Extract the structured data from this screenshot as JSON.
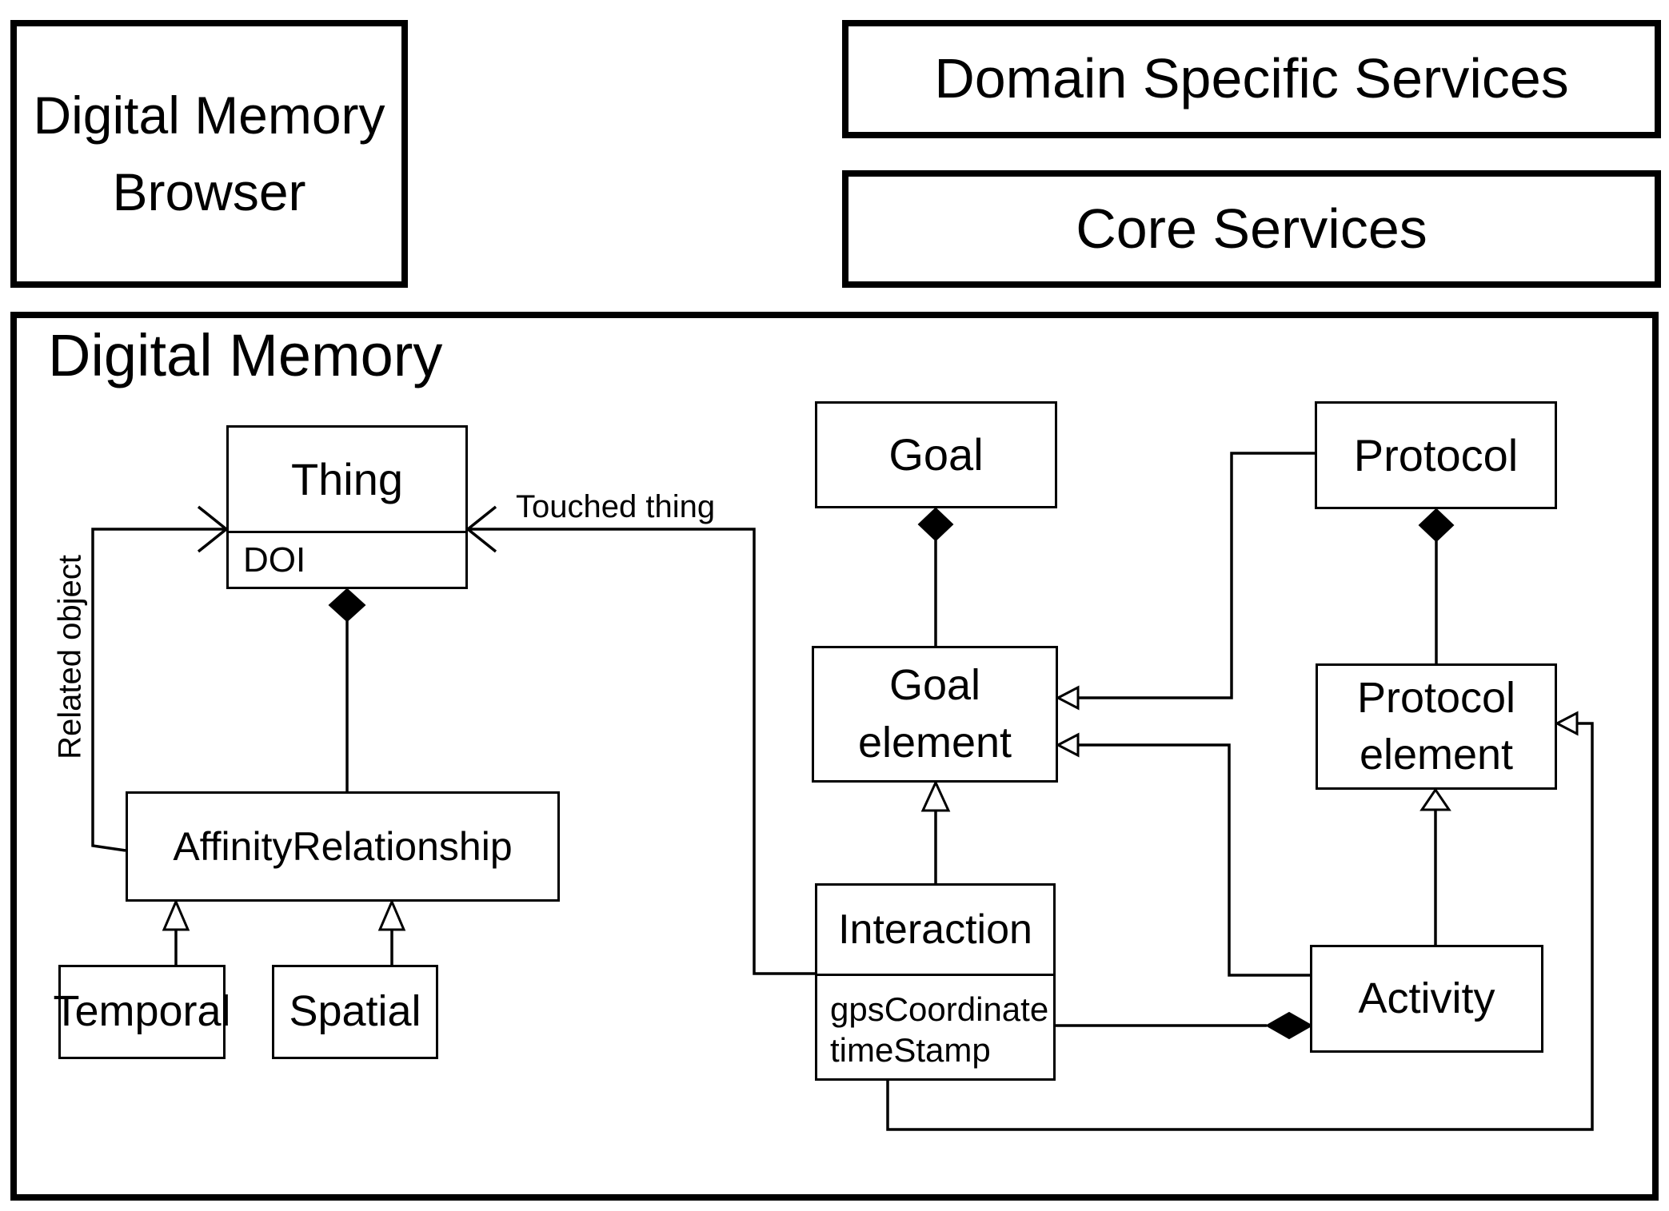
{
  "panels": {
    "browser": {
      "line1": "Digital Memory",
      "line2": "Browser"
    },
    "domain_services": {
      "title": "Domain Specific Services"
    },
    "core_services": {
      "title": "Core Services"
    }
  },
  "diagram": {
    "title": "Digital Memory",
    "classes": {
      "thing": {
        "name": "Thing",
        "attributes": [
          "DOI"
        ]
      },
      "goal": {
        "name": "Goal"
      },
      "protocol": {
        "name": "Protocol"
      },
      "goal_element": {
        "name": "Goal element"
      },
      "protocol_element": {
        "name": "Protocol element"
      },
      "affinity_relationship": {
        "name": "AffinityRelationship"
      },
      "temporal": {
        "name": "Temporal"
      },
      "spatial": {
        "name": "Spatial"
      },
      "interaction": {
        "name": "Interaction",
        "attributes": [
          "gpsCoordinate",
          "timeStamp"
        ]
      },
      "activity": {
        "name": "Activity"
      }
    },
    "edge_labels": {
      "touched_thing": "Touched thing",
      "related_object": "Related object"
    },
    "colors": {
      "line": "#000000",
      "background": "#ffffff",
      "text": "#000000"
    }
  }
}
